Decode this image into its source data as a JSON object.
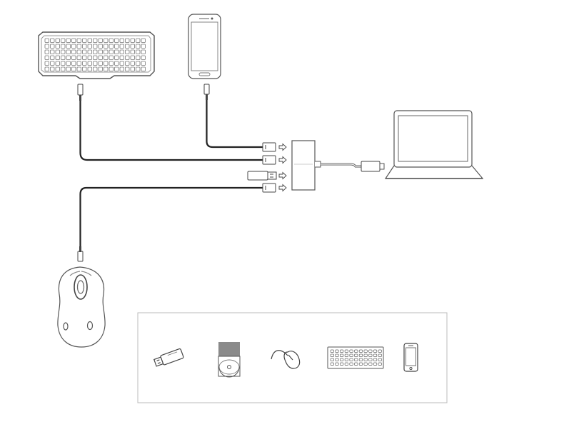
{
  "diagram": {
    "devices": [
      {
        "id": "keyboard",
        "icon": "keyboard-icon"
      },
      {
        "id": "smartphone",
        "icon": "smartphone-icon"
      },
      {
        "id": "mouse",
        "icon": "mouse-icon"
      },
      {
        "id": "laptop",
        "icon": "laptop-icon"
      },
      {
        "id": "usb-c-hub",
        "icon": "usb-hub-icon"
      },
      {
        "id": "usb-flash-drive",
        "icon": "usb-flash-drive-icon"
      }
    ],
    "hub_ports": 4,
    "legend_icons": [
      "usb-flash-drive-icon",
      "card-reader-disc-icon",
      "mouse-icon",
      "keyboard-icon",
      "smartphone-icon"
    ],
    "colors": {
      "line": "#222222",
      "outline": "#555555",
      "light_outline": "#888888",
      "fill_gray": "#8a8a8a",
      "frame": "#bbbbbb"
    }
  }
}
